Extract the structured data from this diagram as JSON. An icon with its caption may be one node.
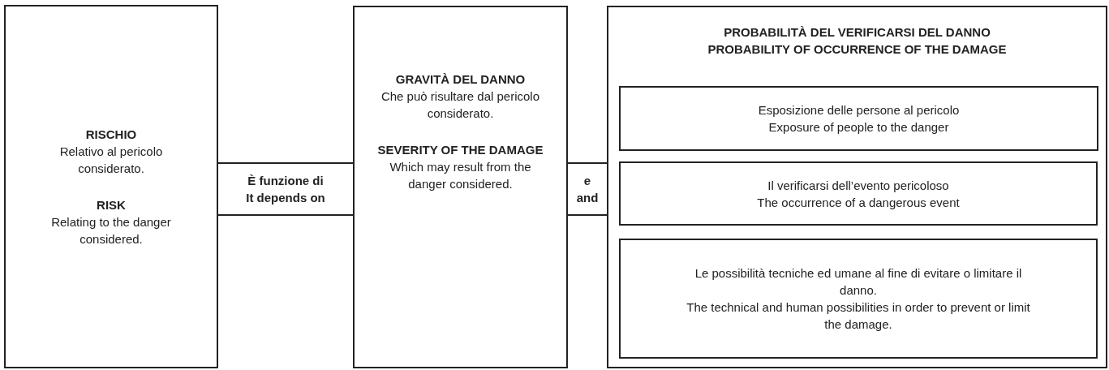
{
  "diagram": {
    "nodes": [
      {
        "text": [
          "RISCHIO",
          "Relativo al pericolo considerato.",
          "RISK",
          "Relating to the danger considered."
        ]
      },
      {
        "text": [
          "È funzione di",
          "It depends on"
        ]
      },
      {
        "text": [
          "GRAVITÀ DEL DANNO",
          "Che può risultare dal pericolo considerato.",
          "SEVERITY OF THE DAMAGE",
          "Which may result from the danger considered."
        ]
      },
      {
        "text": [
          "e",
          "and"
        ]
      },
      {
        "text": [
          "PROBABILITÀ DEL VERIFICARSI DEL DANNO",
          "PROBABILITY OF OCCURRENCE OF THE DAMAGE"
        ]
      },
      {
        "text": [
          "Esposizione delle persone al pericolo",
          "Exposure of people to the danger"
        ],
        "in": 4
      },
      {
        "text": [
          "Il verificarsi dell’evento pericoloso",
          "The occurrence of a dangerous event"
        ],
        "in": 4
      },
      {
        "text": [
          "Le possibilità tecniche ed umane al fine di evitare o limitare il danno.",
          "The technical and human possibilities in order to prevent or limit the damage."
        ],
        "in": 4
      }
    ]
  }
}
